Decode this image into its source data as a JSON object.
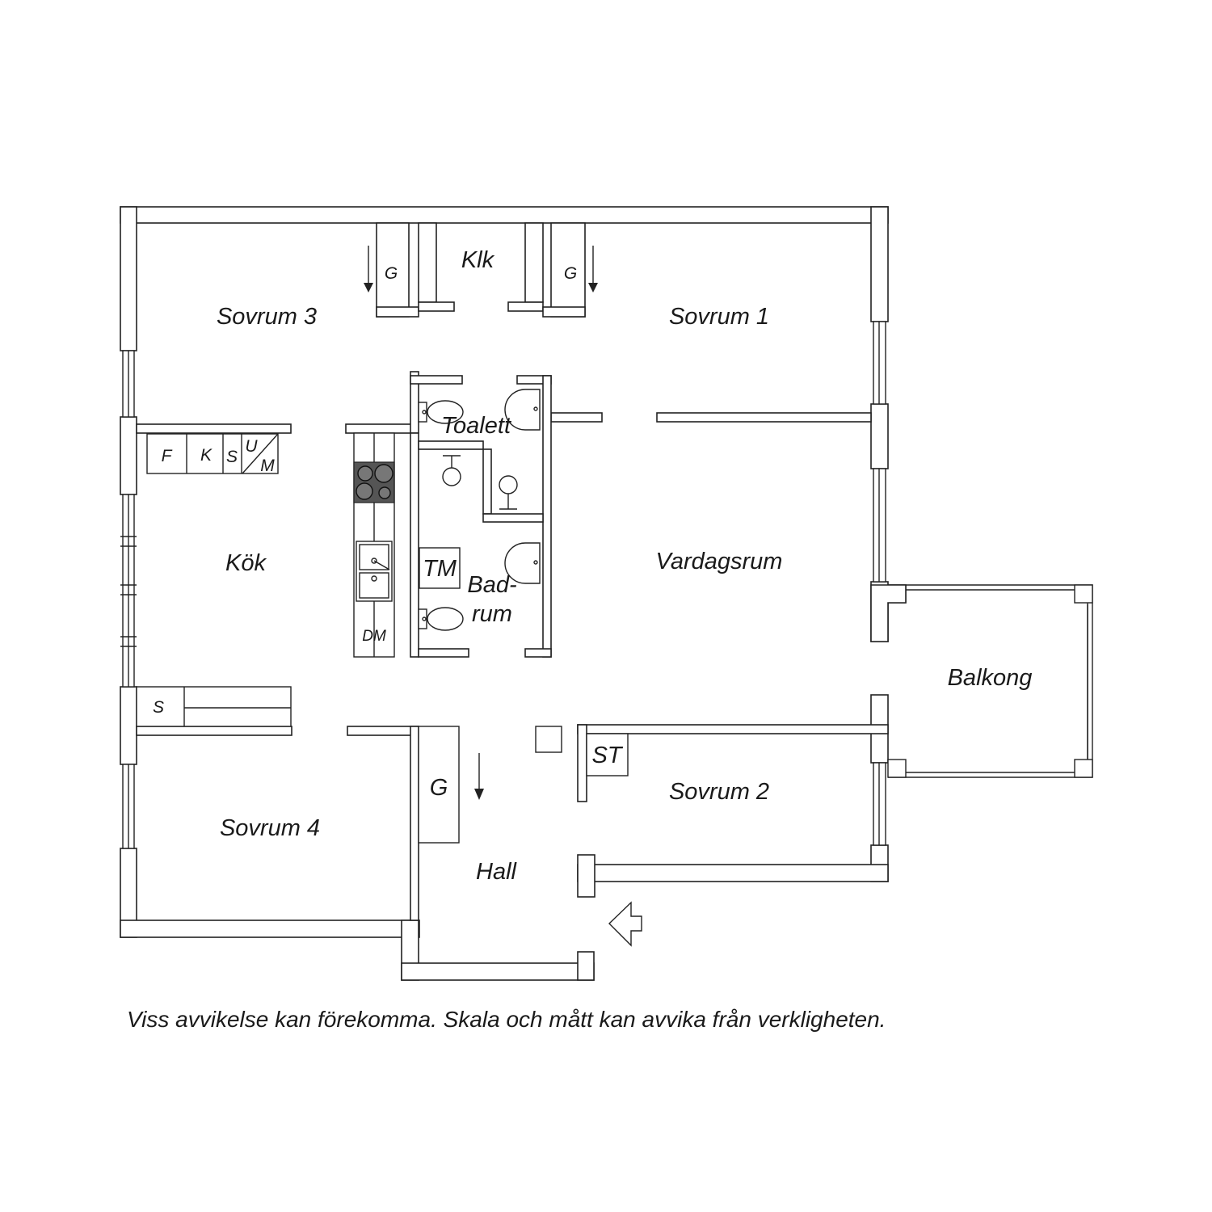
{
  "rooms": {
    "sovrum3": "Sovrum 3",
    "klk": "Klk",
    "sovrum1": "Sovrum 1",
    "toalett": "Toalett",
    "kok": "Kök",
    "badrum_line1": "Bad-",
    "badrum_line2": "rum",
    "vardagsrum": "Vardagsrum",
    "balkong": "Balkong",
    "sovrum2": "Sovrum 2",
    "sovrum4": "Sovrum 4",
    "hall": "Hall"
  },
  "fixtures": {
    "g_sovrum3": "G",
    "g_sovrum1": "G",
    "g_hall": "G",
    "f": "F",
    "k": "K",
    "s_kitchen": "S",
    "u": "U",
    "m": "M",
    "tm": "TM",
    "dm": "DM",
    "s_lower": "S",
    "st": "ST"
  },
  "disclaimer": "Viss avvikelse kan förekomma. Skala och mått kan avvika från verkligheten."
}
